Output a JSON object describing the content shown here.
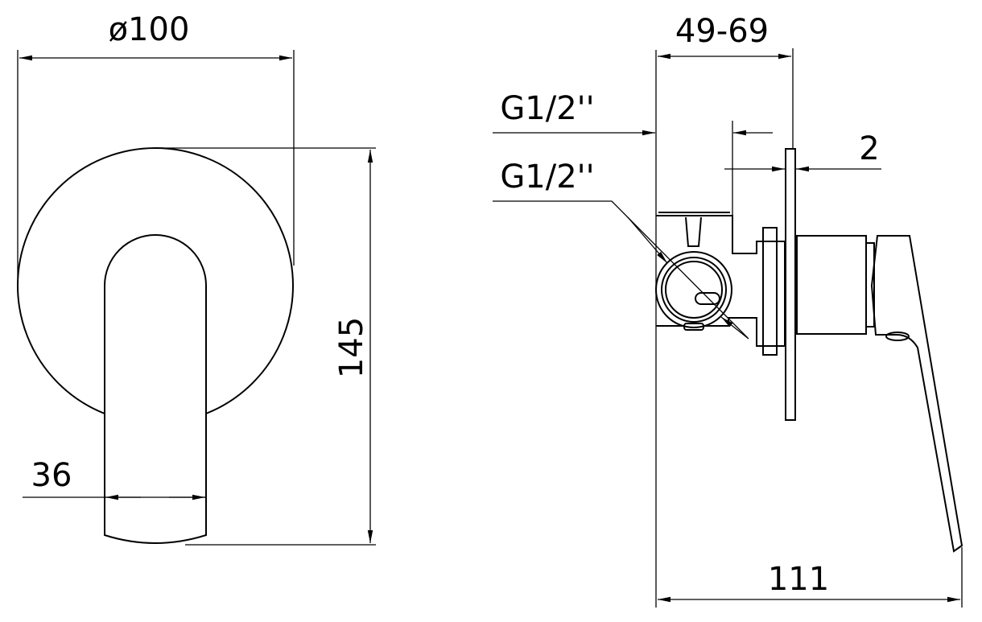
{
  "front_view": {
    "diameter_label": "ø100",
    "height_label": "145",
    "handle_width_label": "36"
  },
  "side_view": {
    "depth_label": "49-69",
    "connection_top_label": "G1/2''",
    "connection_side_label": "G1/2''",
    "plate_thickness_label": "2",
    "length_label": "111"
  },
  "colors": {
    "line": "#000000",
    "background": "#ffffff"
  }
}
